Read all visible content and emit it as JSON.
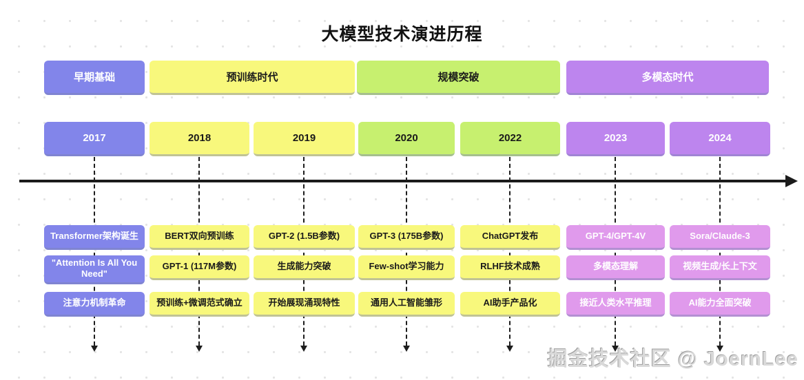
{
  "title": "大模型技术演进历程",
  "watermark": "掘金技术社区 @ JoernLee",
  "colors": {
    "blue": {
      "bg": "#8285ea",
      "text": "#ffffff"
    },
    "yellow": {
      "bg": "#f8f87c",
      "text": "#1a1a1a"
    },
    "green": {
      "bg": "#c7f06f",
      "text": "#1a1a1a"
    },
    "purple": {
      "bg": "#bd85ee",
      "text": "#ffffff"
    },
    "pink": {
      "bg": "#e09aec",
      "text": "#ffffff"
    }
  },
  "eras": [
    {
      "label": "早期基础",
      "color": "blue"
    },
    {
      "label": "预训练时代",
      "color": "yellow"
    },
    {
      "label": "规模突破",
      "color": "green"
    },
    {
      "label": "多模态时代",
      "color": "purple"
    }
  ],
  "columns": [
    {
      "year": "2017",
      "year_color": "blue",
      "event_color": "blue",
      "events": [
        "Transformer架构诞生",
        "\"Attention Is All You Need\"",
        "注意力机制革命"
      ]
    },
    {
      "year": "2018",
      "year_color": "yellow",
      "event_color": "yellow",
      "events": [
        "BERT双向预训练",
        "GPT-1 (117M参数)",
        "预训练+微调范式确立"
      ]
    },
    {
      "year": "2019",
      "year_color": "yellow",
      "event_color": "yellow",
      "events": [
        "GPT-2 (1.5B参数)",
        "生成能力突破",
        "开始展现涌现特性"
      ]
    },
    {
      "year": "2020",
      "year_color": "green",
      "event_color": "yellow",
      "events": [
        "GPT-3 (175B参数)",
        "Few-shot学习能力",
        "通用人工智能雏形"
      ]
    },
    {
      "year": "2022",
      "year_color": "green",
      "event_color": "yellow",
      "events": [
        "ChatGPT发布",
        "RLHF技术成熟",
        "AI助手产品化"
      ]
    },
    {
      "year": "2023",
      "year_color": "purple",
      "event_color": "pink",
      "events": [
        "GPT-4/GPT-4V",
        "多模态理解",
        "接近人类水平推理"
      ]
    },
    {
      "year": "2024",
      "year_color": "purple",
      "event_color": "pink",
      "events": [
        "Sora/Claude-3",
        "视频生成/长上下文",
        "AI能力全面突破"
      ]
    }
  ]
}
